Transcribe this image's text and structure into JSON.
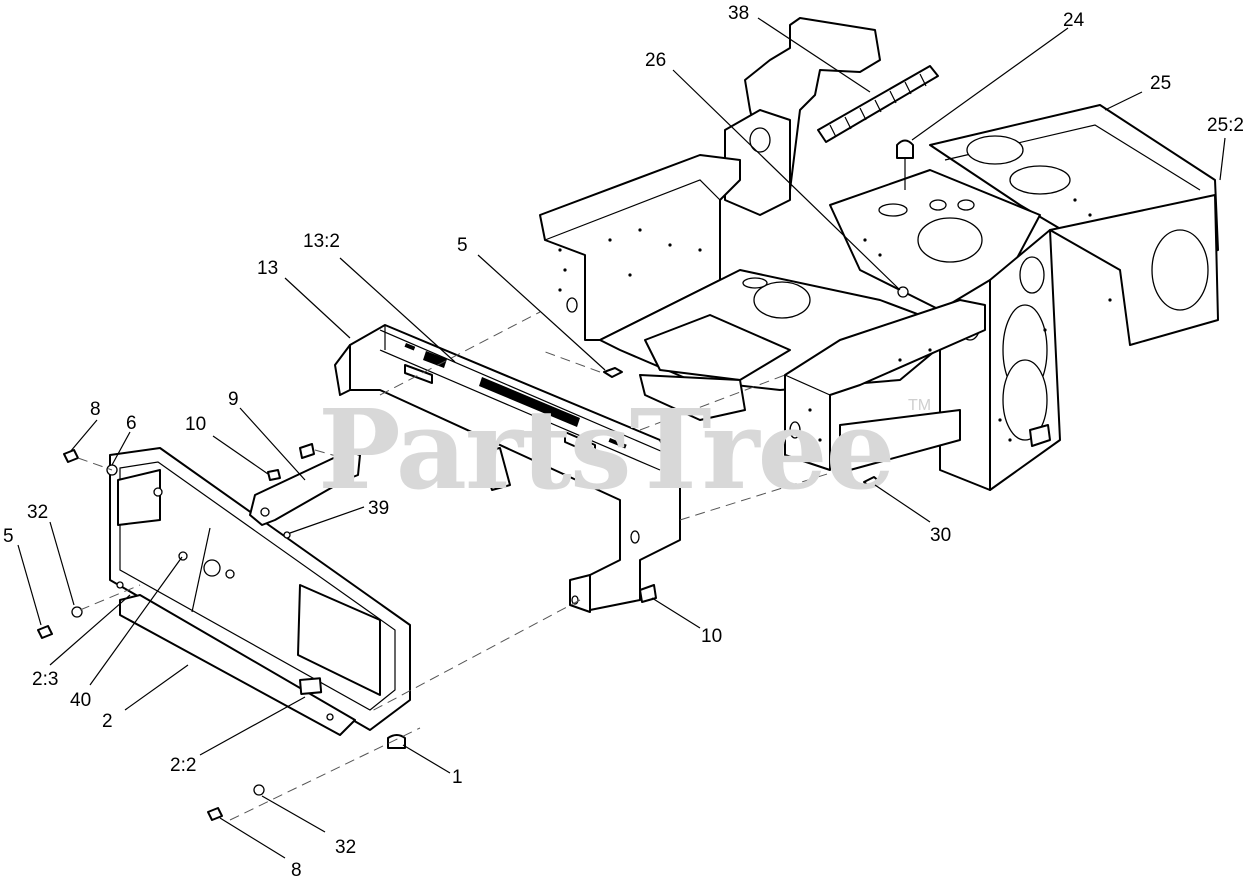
{
  "watermark": {
    "text": "PartsTree",
    "tm": "TM"
  },
  "callouts": [
    {
      "label": "38"
    },
    {
      "label": "24"
    },
    {
      "label": "26"
    },
    {
      "label": "25"
    },
    {
      "label": "25:2"
    },
    {
      "label": "5"
    },
    {
      "label": "13:2"
    },
    {
      "label": "13"
    },
    {
      "label": "8"
    },
    {
      "label": "6"
    },
    {
      "label": "10"
    },
    {
      "label": "9"
    },
    {
      "label": "39"
    },
    {
      "label": "32"
    },
    {
      "label": "5"
    },
    {
      "label": "2:3"
    },
    {
      "label": "40"
    },
    {
      "label": "2"
    },
    {
      "label": "10"
    },
    {
      "label": "30"
    },
    {
      "label": "2:2"
    },
    {
      "label": "1"
    },
    {
      "label": "32"
    },
    {
      "label": "8"
    }
  ]
}
